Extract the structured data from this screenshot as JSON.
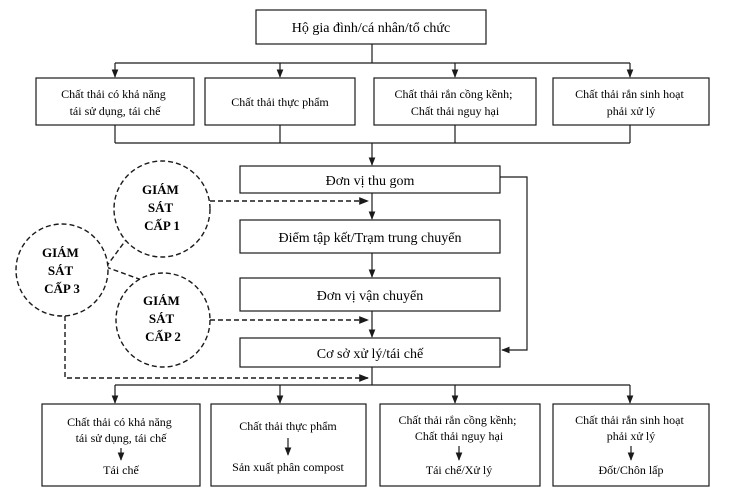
{
  "top": {
    "label": "Hộ gia đình/cá nhân/tổ chức"
  },
  "categories": [
    {
      "lines": [
        "Chất thải có khả năng",
        "tái sử dụng, tái chế"
      ]
    },
    {
      "lines": [
        "Chất thải thực phẩm"
      ]
    },
    {
      "lines": [
        "Chất thải rắn cồng kềnh;",
        "Chất thải nguy hại"
      ]
    },
    {
      "lines": [
        "Chất thải rắn sinh hoạt",
        "phải xử lý"
      ]
    }
  ],
  "process": [
    {
      "label": "Đơn vị thu gom"
    },
    {
      "label": "Điểm tập kết/Trạm trung chuyển"
    },
    {
      "label": "Đơn vị vận chuyển"
    },
    {
      "label": "Cơ sở xử lý/tái chế"
    }
  ],
  "monitors": [
    {
      "lines": [
        "GIÁM",
        "SÁT",
        "CẤP 1"
      ]
    },
    {
      "lines": [
        "GIÁM",
        "SÁT",
        "CẤP 3"
      ]
    },
    {
      "lines": [
        "GIÁM",
        "SÁT",
        "CẤP 2"
      ]
    }
  ],
  "outputs": [
    {
      "lines": [
        "Chất thải có khả năng",
        "tái sử dụng, tái chế"
      ],
      "result": "Tái chế"
    },
    {
      "lines": [
        "Chất thải thực phẩm"
      ],
      "result": "Sản xuất phân compost"
    },
    {
      "lines": [
        "Chất thải rắn cồng kềnh;",
        "Chất thải nguy hại"
      ],
      "result": "Tái chế/Xử lý"
    },
    {
      "lines": [
        "Chất thải rắn sinh hoạt",
        "phải xử lý"
      ],
      "result": "Đốt/Chôn lấp"
    }
  ]
}
